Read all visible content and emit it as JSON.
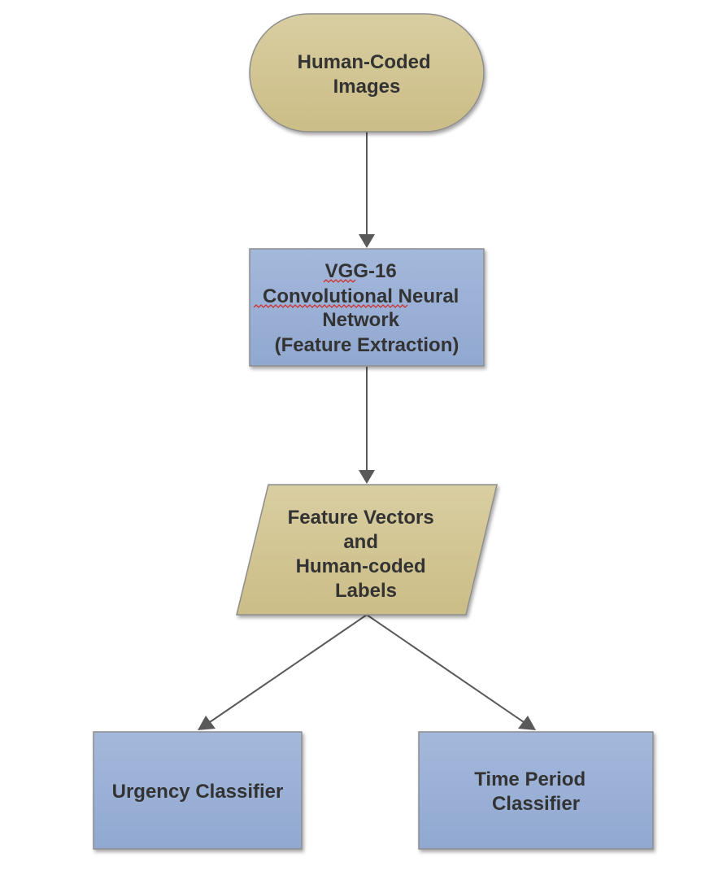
{
  "nodes": {
    "source": {
      "shape": "terminator",
      "color": "#d8cc9c",
      "lines": [
        "Human-Coded",
        "Images"
      ]
    },
    "cnn": {
      "shape": "process",
      "color": "#9cb1d6",
      "lines": [
        "VGG-16",
        "Convolutional Neural",
        "Network",
        "(Feature Extraction)"
      ]
    },
    "features": {
      "shape": "data",
      "color": "#d8cc9c",
      "lines": [
        "Feature Vectors",
        "and",
        "Human-coded",
        "Labels"
      ]
    },
    "urgency": {
      "shape": "process",
      "color": "#9cb1d6",
      "lines": [
        "Urgency Classifier"
      ]
    },
    "time_period": {
      "shape": "process",
      "color": "#9cb1d6",
      "lines": [
        "Time Period",
        "Classifier"
      ]
    }
  },
  "edges": [
    {
      "from": "source",
      "to": "cnn"
    },
    {
      "from": "cnn",
      "to": "features"
    },
    {
      "from": "features",
      "to": "urgency"
    },
    {
      "from": "features",
      "to": "time_period"
    }
  ],
  "spellcheck_marked_words": [
    "VGG",
    "Convolutional"
  ]
}
